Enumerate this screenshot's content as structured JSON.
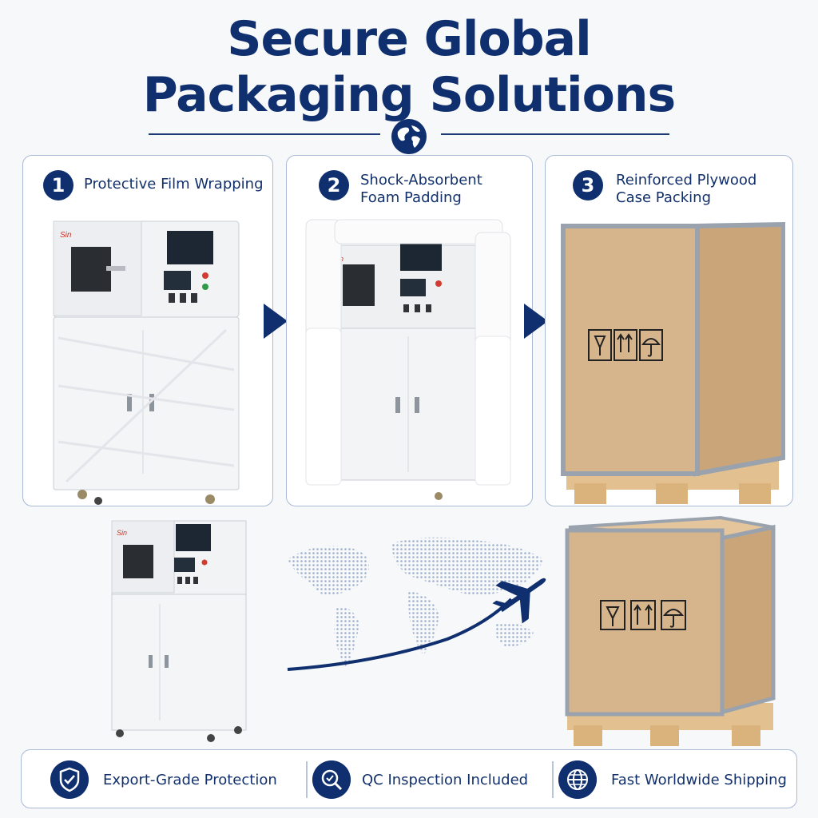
{
  "header": {
    "title_line1": "Secure Global",
    "title_line2": "Packaging Solutions",
    "globe_icon": "globe-icon"
  },
  "steps": [
    {
      "number": "1",
      "label_line1": "Protective Film Wrapping",
      "label_line2": ""
    },
    {
      "number": "2",
      "label_line1": "Shock-Absorbent",
      "label_line2": "Foam Padding"
    },
    {
      "number": "3",
      "label_line1": "Reinforced Plywood",
      "label_line2": "Case Packing"
    }
  ],
  "machine_brand": "Sin",
  "features": [
    {
      "label": "Export-Grade Protection",
      "icon": "shield-check-icon"
    },
    {
      "label": "QC Inspection Included",
      "icon": "magnifier-check-icon"
    },
    {
      "label": "Fast Worldwide Shipping",
      "icon": "globe-icon"
    }
  ],
  "colors": {
    "navy": "#0f2f6e",
    "border": "#a9b9d6",
    "plywood": "#d6b48c",
    "frame": "#9aa3ad"
  }
}
